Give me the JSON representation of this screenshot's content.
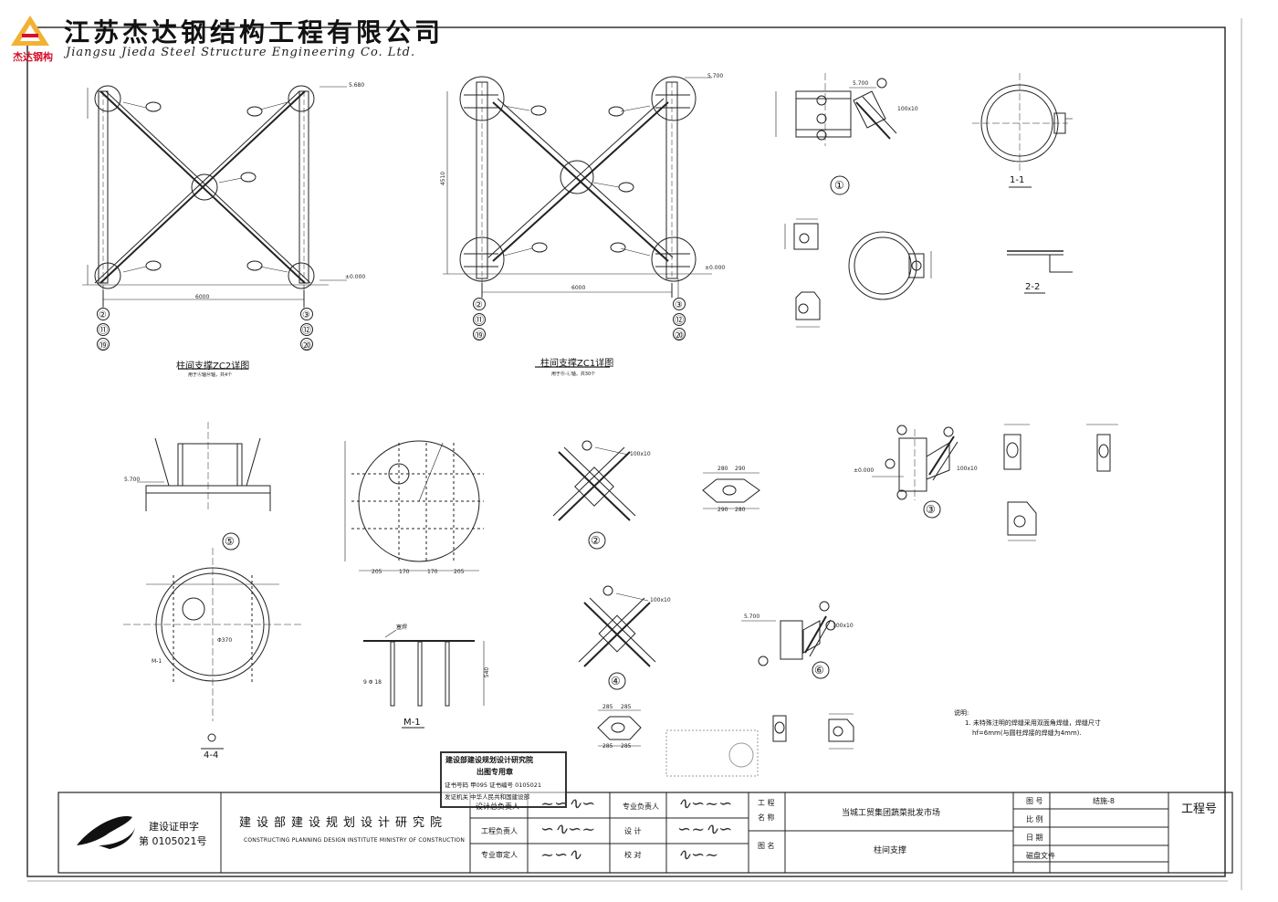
{
  "header": {
    "company_cn": "江苏杰达钢结构工程有限公司",
    "company_en": "Jiangsu Jieda Steel Structure Engineering Co. Ltd.",
    "logo_text": "杰达钢构",
    "logo_color": "#d6122a",
    "logo_accent": "#f2b134"
  },
  "drawings": {
    "zc2": {
      "title": "柱间支撑ZC2详图",
      "subtitle": "用于Ⓐ轴Ⓜ轴，共4个",
      "span": "6000",
      "left_axes": [
        "②",
        "⑪",
        "⑲"
      ],
      "right_axes": [
        "③",
        "⑫",
        "⑳"
      ],
      "elev_top": "5.680",
      "elev_bottom": "±0.000"
    },
    "zc1": {
      "title": "柱间支撑ZC1详图",
      "subtitle": "用于Ⓑ-Ⓛ轴，共30个",
      "span": "6000",
      "height": "4510",
      "left_axes": [
        "②",
        "⑪",
        "⑲"
      ],
      "right_axes": [
        "③",
        "⑫",
        "⑳"
      ],
      "elev_top": "5.700",
      "elev_bottom": "±0.000"
    },
    "detail_1": {
      "label": "①",
      "elev": "5.700",
      "weld": "100x10"
    },
    "section_1_1": {
      "label": "1-1"
    },
    "section_2_2": {
      "label": "2-2"
    },
    "detail_5": {
      "label": "⑤",
      "elev": "5.700"
    },
    "detail_2": {
      "label": "②",
      "weld": "100x10"
    },
    "detail_3": {
      "label": "③",
      "elev": "±0.000",
      "weld": "100x10"
    },
    "detail_4": {
      "label": "④",
      "weld": "100x10"
    },
    "detail_6": {
      "label": "⑥",
      "elev": "5.700",
      "weld": "100x10"
    },
    "section_4_4": {
      "label": "4-4",
      "plate": "M-1",
      "dim": "Φ370"
    },
    "m1": {
      "label": "M-1",
      "rebar": "9 Φ 18",
      "note": "塞焊",
      "height": "540"
    },
    "plate_dims": {
      "circle": [
        "205",
        "170",
        "170",
        "205"
      ],
      "plate4": [
        "280",
        "290",
        "290",
        "280"
      ],
      "plate6": [
        "285",
        "285",
        "285",
        "285"
      ]
    }
  },
  "notes": {
    "title": "说明:",
    "line1": "1. 未特殊注明的焊缝采用双面角焊缝，焊缝尺寸",
    "line2": "hf=6mm(与圆柱焊接的焊缝为4mm)."
  },
  "stamp": {
    "line1": "建设部建设规划设计研究院",
    "line2": "出图专用章",
    "line3": "证书号码 甲095 证书编号 0105021",
    "line4": "发证机关 中华人民共和国建设部"
  },
  "title_block": {
    "cert_line1": "建设证甲字",
    "cert_line2": "第 0105021号",
    "institute_cn": "建设部建设规划设计研究院",
    "institute_en": "CONSTRUCTING PLANNING DESIGN INSTITUTE MINISTRY OF CONSTRUCTION",
    "roles": {
      "design_lead": "设计总负责人",
      "project_lead": "工程负责人",
      "review": "专业审定人",
      "discipline_lead": "专业负责人",
      "design": "设 计",
      "check": "校 对"
    },
    "project_label_1": "工 程",
    "project_label_2": "名 称",
    "drawing_label": "图 名",
    "project_name": "当城工贸集团蔬菜批发市场",
    "drawing_name": "柱间支撑",
    "fields": {
      "drawing_no_label": "图 号",
      "drawing_no": "结施-8",
      "scale_label": "比 例",
      "date_label": "日 期",
      "disk_label": "磁盘文件"
    },
    "project_no_label": "工程号"
  }
}
